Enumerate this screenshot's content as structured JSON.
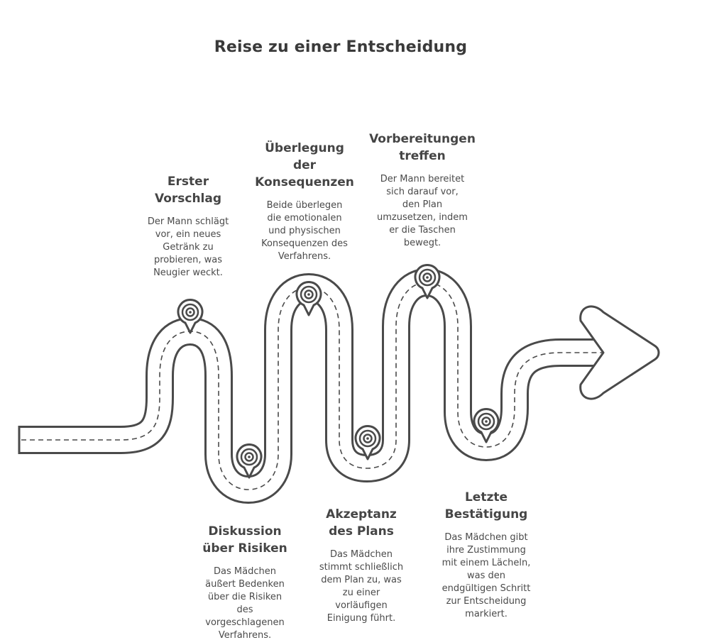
{
  "title": "Reise zu einer Entscheidung",
  "steps": [
    {
      "title": "Erster\nVorschlag",
      "description": "Der Mann schlägt\nvor, ein neues\nGetränk zu\nprobieren, was\nNeugier weckt."
    },
    {
      "title": "Diskussion\nüber Risiken",
      "description": "Das Mädchen\näußert Bedenken\nüber die Risiken\ndes\nvorgeschlagenen\nVerfahrens."
    },
    {
      "title": "Überlegung\nder\nKonsequenzen",
      "description": "Beide überlegen\ndie emotionalen\nund physischen\nKonsequenzen des\nVerfahrens."
    },
    {
      "title": "Akzeptanz\ndes Plans",
      "description": "Das Mädchen\nstimmt schließlich\ndem Plan zu, was\nzu einer\nvorläufigen\nEinigung führt."
    },
    {
      "title": "Vorbereitungen\ntreffen",
      "description": "Der Mann bereitet\nsich darauf vor,\nden Plan\numzusetzen, indem\ner die Taschen\nbewegt."
    },
    {
      "title": "Letzte\nBestätigung",
      "description": "Das Mädchen gibt\nihre Zustimmung\nmit einem Lächeln,\nwas den\nendgültigen Schritt\nzur Entscheidung\nmarkiert."
    }
  ]
}
